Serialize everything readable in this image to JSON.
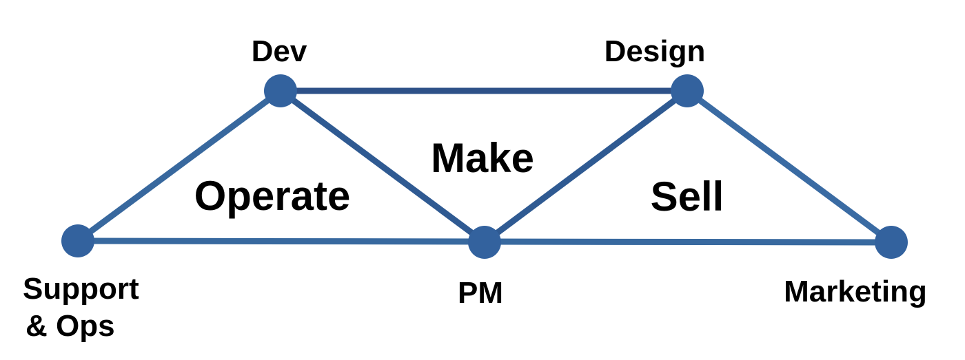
{
  "diagram": {
    "type": "network-diagram",
    "description": "Five team nodes connected by edges forming three labeled triangles",
    "nodes": {
      "support_ops": {
        "label_line1": "Support",
        "label_line2": "& Ops"
      },
      "dev": {
        "label": "Dev"
      },
      "pm": {
        "label": "PM"
      },
      "design": {
        "label": "Design"
      },
      "marketing": {
        "label": "Marketing"
      }
    },
    "regions": {
      "operate": {
        "label": "Operate"
      },
      "make": {
        "label": "Make"
      },
      "sell": {
        "label": "Sell"
      }
    },
    "edges": [
      {
        "from": "Dev",
        "to": "Design"
      },
      {
        "from": "Support & Ops",
        "to": "Marketing"
      },
      {
        "from": "Support & Ops",
        "to": "Dev"
      },
      {
        "from": "Dev",
        "to": "PM"
      },
      {
        "from": "PM",
        "to": "Design"
      },
      {
        "from": "Design",
        "to": "Marketing"
      }
    ],
    "colors": {
      "background": "#FFFFFF",
      "node_fill": "#33629E",
      "edge_top": "#2E5188",
      "edge_bottom": "#38699F",
      "edge_outer_left": "#38689E",
      "edge_inner_left": "#2F5A92",
      "edge_inner_right": "#2F5A92",
      "edge_outer_right": "#3A6BA3",
      "label_color": "#000000"
    }
  }
}
